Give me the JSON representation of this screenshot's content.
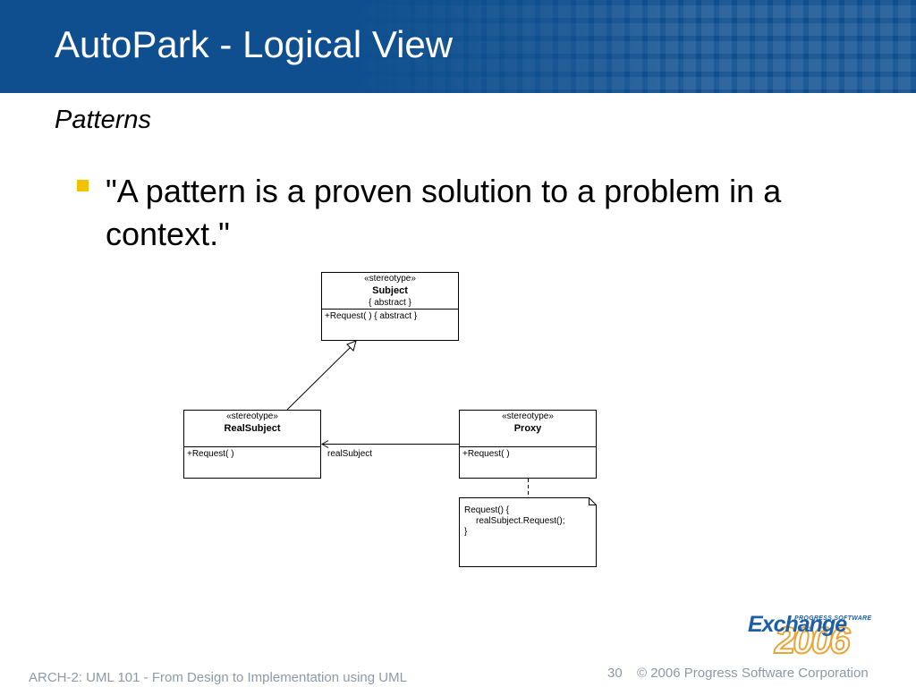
{
  "slide": {
    "title": "AutoPark - Logical View",
    "subtitle": "Patterns",
    "bullet": "\"A pattern is a proven solution to a problem in a context.\""
  },
  "diagram": {
    "subject": {
      "stereotype": "«stereotype»",
      "name": "Subject",
      "constraint": "{ abstract }",
      "operation": "+Request( ) { abstract }"
    },
    "real_subject": {
      "stereotype": "«stereotype»",
      "name": "RealSubject",
      "operation": "+Request( )"
    },
    "proxy": {
      "stereotype": "«stereotype»",
      "name": "Proxy",
      "operation": "+Request( )"
    },
    "association_label": "realSubject",
    "note_lines": [
      "Request() {",
      "realSubject.Request();",
      "}"
    ]
  },
  "logo": {
    "top_text": "PROGRESS SOFTWARE",
    "word": "Exchange",
    "year": "2006"
  },
  "footer": {
    "left": "ARCH-2: UML 101 - From Design to Implementation using UML",
    "page_number": "30",
    "copyright": "© 2006 Progress Software Corporation"
  },
  "colors": {
    "header_background": "#0f4f8f",
    "bullet_marker": "#f2c200",
    "footer_text": "#8c9aa8",
    "logo_blue": "#1c5fa8",
    "logo_orange": "#e8a63a"
  }
}
